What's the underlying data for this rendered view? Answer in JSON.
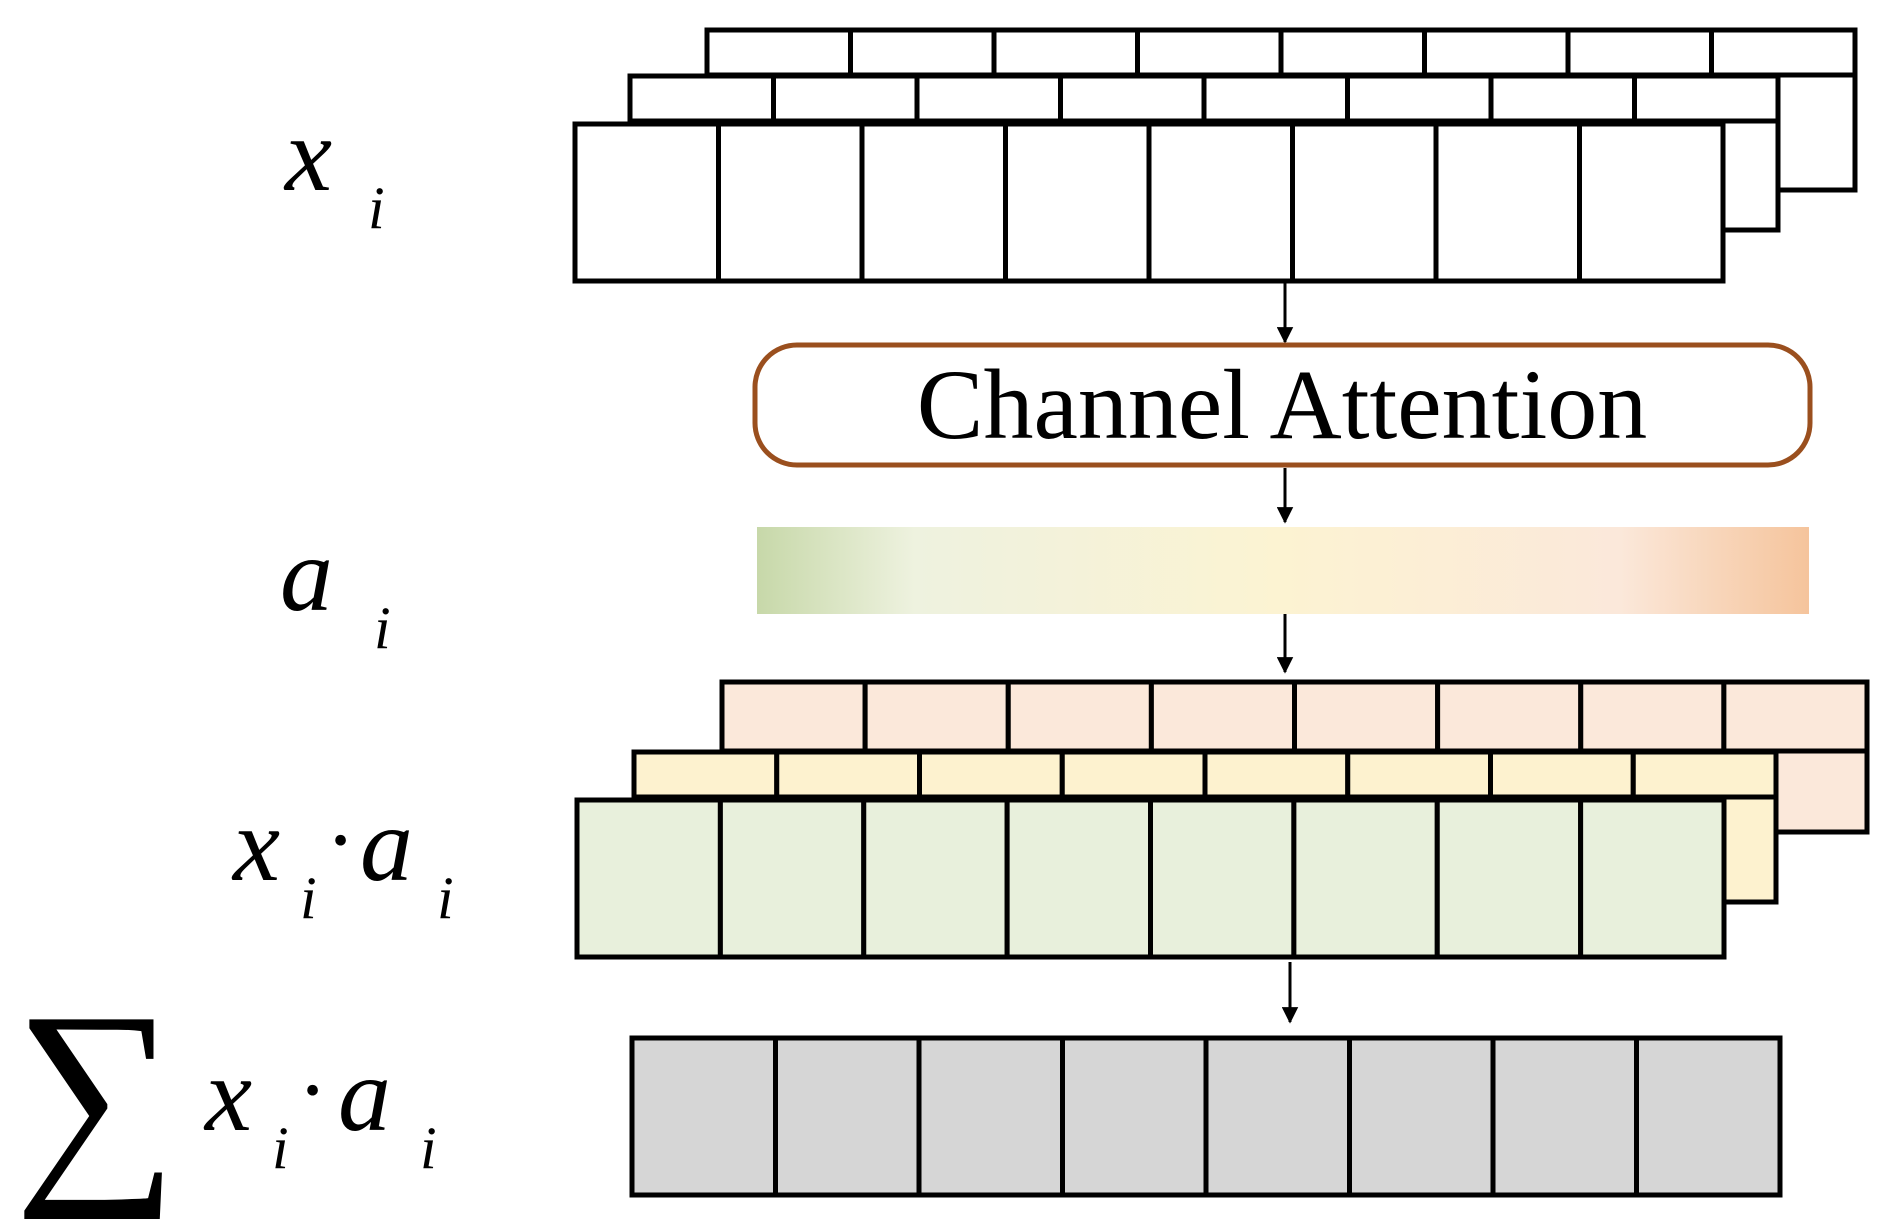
{
  "labels": {
    "x_base": "x",
    "a_base": "a",
    "subscript": "i",
    "dot": "·",
    "sum_symbol": "∑"
  },
  "block": {
    "title": "Channel Attention",
    "border_color": "#9a4f1e"
  },
  "colors": {
    "gradient_left": "#c7d8a9",
    "gradient_mid1": "#eef2df",
    "gradient_mid2": "#fcf3d2",
    "gradient_mid3": "#fbe8da",
    "gradient_right": "#f5c49c",
    "weighted_back": "#fbe8da",
    "weighted_middle": "#fdf2cf",
    "weighted_front": "#e8f0dc",
    "sum_fill": "#d6d6d6",
    "input_fill": "#ffffff"
  },
  "cells_per_row": 8
}
